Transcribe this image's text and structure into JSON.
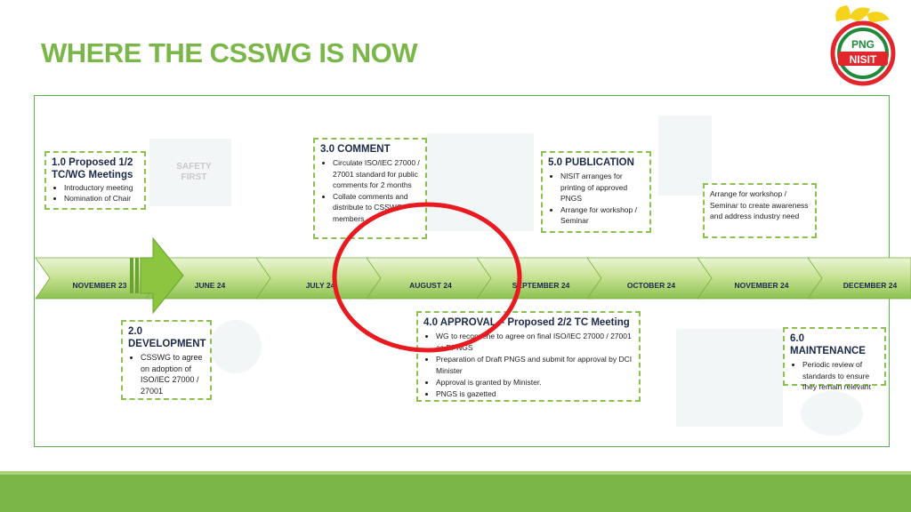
{
  "title": "WHERE THE CSSWG IS NOW",
  "logo": {
    "top": "PNG",
    "bottom": "NISIT",
    "colors": {
      "red": "#e3262b",
      "green": "#1f8a3a",
      "yellow": "#f5d31a"
    }
  },
  "timeline": {
    "labels": [
      "NOVEMBER 23",
      "JUNE 24",
      "JULY 24",
      "AUGUST 24",
      "SEPTEMBER 24",
      "OCTOBER 24",
      "NOVEMBER 24",
      "DECEMBER 24"
    ]
  },
  "boxes": {
    "b1": {
      "heading1": "1.0 Proposed 1/2",
      "heading2": "TC/WG Meetings",
      "items": [
        "Introductory meeting",
        "Nomination of Chair"
      ]
    },
    "b2": {
      "heading1": "2.0",
      "heading2": "DEVELOPMENT",
      "items": [
        "CSSWG to agree on adoption of ISO/IEC 27000 / 27001"
      ]
    },
    "b3": {
      "heading": "3.0 COMMENT",
      "items": [
        "Circulate ISO/IEC 27000 / 27001 standard for public comments for 2 months",
        "Collate comments and distribute to CSSWG members"
      ]
    },
    "b4": {
      "heading": "4.0 APPROVAL – Proposed 2/2 TC Meeting",
      "items": [
        "WG to reconvene to agree on final ISO/IEC 27000 / 27001 as DPNGS",
        "Preparation of Draft PNGS and submit for approval by DCI Minister",
        "Approval is granted by Minister.",
        "PNGS is gazetted"
      ]
    },
    "b5": {
      "heading": "5.0 PUBLICATION",
      "items": [
        "NISIT arranges for printing of approved PNGS",
        "Arrange for workshop / Seminar"
      ]
    },
    "b5b": {
      "text": "Arrange for workshop / Seminar to create awareness and address industry need"
    },
    "b6": {
      "heading": "6.0 MAINTENANCE",
      "items": [
        "Periodic review of standards to ensure they remain relevant"
      ]
    }
  },
  "background": {
    "sign_text": "SAFETY FIRST"
  },
  "colors": {
    "accent": "#7ab648",
    "frame": "#5bb14f",
    "dashed": "#8cc152",
    "circle": "#e8191f",
    "arrow_green": "#8cc63f"
  }
}
